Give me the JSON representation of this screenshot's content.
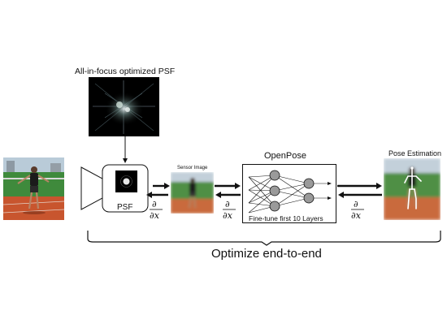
{
  "psf_panel": {
    "title": "All-in-focus optimized  PSF"
  },
  "camera": {
    "psf_label": "PSF"
  },
  "sensor": {
    "title": "Sensor Image"
  },
  "network": {
    "title": "OpenPose",
    "caption": "Fine-tune first 10 Layers"
  },
  "output": {
    "title": "Pose Estimation"
  },
  "gradient": {
    "numerator": "∂",
    "denominator": "∂x"
  },
  "footer": {
    "label": "Optimize end-to-end"
  },
  "colors": {
    "track": "#c8552e",
    "grass": "#3f8a3c",
    "sky": "#b9cbd8",
    "ink": "#111111",
    "node": "#9a9a9a"
  }
}
